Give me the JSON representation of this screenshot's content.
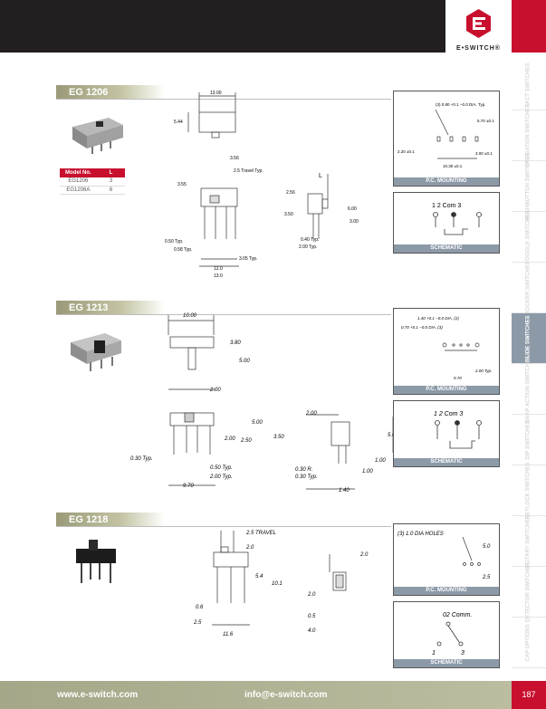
{
  "brand": {
    "name": "E•SWITCH®",
    "color": "#c8102e"
  },
  "sidebar": {
    "tabs": [
      {
        "label": "TACT SWITCHES",
        "active": false
      },
      {
        "label": "NAVIGATION SWITCHES",
        "active": false
      },
      {
        "label": "PUSHBUTTON SWITCHES",
        "active": false
      },
      {
        "label": "TOGGLE SWITCHES",
        "active": false
      },
      {
        "label": "ROCKER SWITCHES",
        "active": false
      },
      {
        "label": "SLIDE SWITCHES",
        "active": true
      },
      {
        "label": "SNAP ACTION SWITCHES",
        "active": false
      },
      {
        "label": "DIP SWITCHES",
        "active": false
      },
      {
        "label": "KEYLOCK SWITCHES",
        "active": false
      },
      {
        "label": "ROTARY SWITCHES",
        "active": false
      },
      {
        "label": "DETECTOR SWITCHES",
        "active": false
      },
      {
        "label": "CAP OPTIONS",
        "active": false
      }
    ]
  },
  "sections": {
    "eg1206": {
      "title": "EG 1206",
      "table": {
        "headers": [
          "Model No.",
          "L"
        ],
        "rows": [
          [
            "EG1206",
            "3"
          ],
          [
            "EG1206A",
            "6"
          ]
        ]
      },
      "dims": {
        "w": "13.00",
        "h": "5.44",
        "pin": "3.56",
        "travel": "2.5 Travel Typ.",
        "left": "3.55",
        "typ1": "0.50 Typ.",
        "typ2": "0.58 Typ.",
        "typ3": "3.05 Typ.",
        "b1": "12.0",
        "b2": "13.0",
        "L": "L",
        "s1": "2.56",
        "s2": "3.50",
        "s3": "6.00",
        "s4": "3.00",
        "s5": "0.40 Typ.",
        "s6": "2.00 Typ."
      },
      "pcb": {
        "label": "P.C. MOUNTING",
        "dia": "(3) 0.80 +0.1 −0.0 DIA. Typ.",
        "r1": "5.70 ±0.1",
        "r2": "3.00 ±0.1",
        "l1": "2.20 ±0.1",
        "l2": "10.30 ±0.1"
      },
      "schematic": {
        "label": "SCHEMATIC",
        "pins": "1  2 Com  3"
      }
    },
    "eg1213": {
      "title": "EG 1213",
      "dims": {
        "w": "10.00",
        "h1": "3.80",
        "h2": "5.00",
        "p": "2.00",
        "a1": "5.00",
        "a2": "2.00",
        "a3": "2.50",
        "a4": "0.30 Typ.",
        "a5": "0.50 Typ.",
        "a6": "2.00 Typ.",
        "a7": "9.70",
        "b1": "2.00",
        "b2": "3.50",
        "b3": "5.00",
        "b4": "1.00",
        "b5": "1.00",
        "b6": "0.30 R.",
        "b7": "0.30 Typ.",
        "b8": "1.40"
      },
      "pcb": {
        "label": "P.C. MOUNTING",
        "d1": "1.40 +0.1 −0.0 DIA. (2)",
        "d2": "0.70 +0.1 −0.0 DIA. (3)",
        "d3": "2.00 Typ.",
        "d4": "9.70"
      },
      "schematic": {
        "label": "SCHEMATIC",
        "pins": "1   2 Com  3"
      }
    },
    "eg1218": {
      "title": "EG 1218",
      "dims": {
        "travel": "2.5 TRAVEL",
        "a1": "2.0",
        "a2": "5.4",
        "a3": "10.1",
        "a4": "0.6",
        "a5": "2.5",
        "a6": "11.6",
        "b1": "2.0",
        "b2": "2.0",
        "b3": "0.5",
        "b4": "4.0"
      },
      "pcb": {
        "label": "P.C. MOUNTING",
        "holes": "(3) 1.0 DIA HOLES",
        "d1": "5.0",
        "d2": "2.5"
      },
      "schematic": {
        "label": "SCHEMATIC",
        "com": "02 Comm.",
        "p1": "1",
        "p3": "3"
      }
    }
  },
  "footer": {
    "url": "www.e-switch.com",
    "email": "info@e-switch.com",
    "page": "187"
  }
}
